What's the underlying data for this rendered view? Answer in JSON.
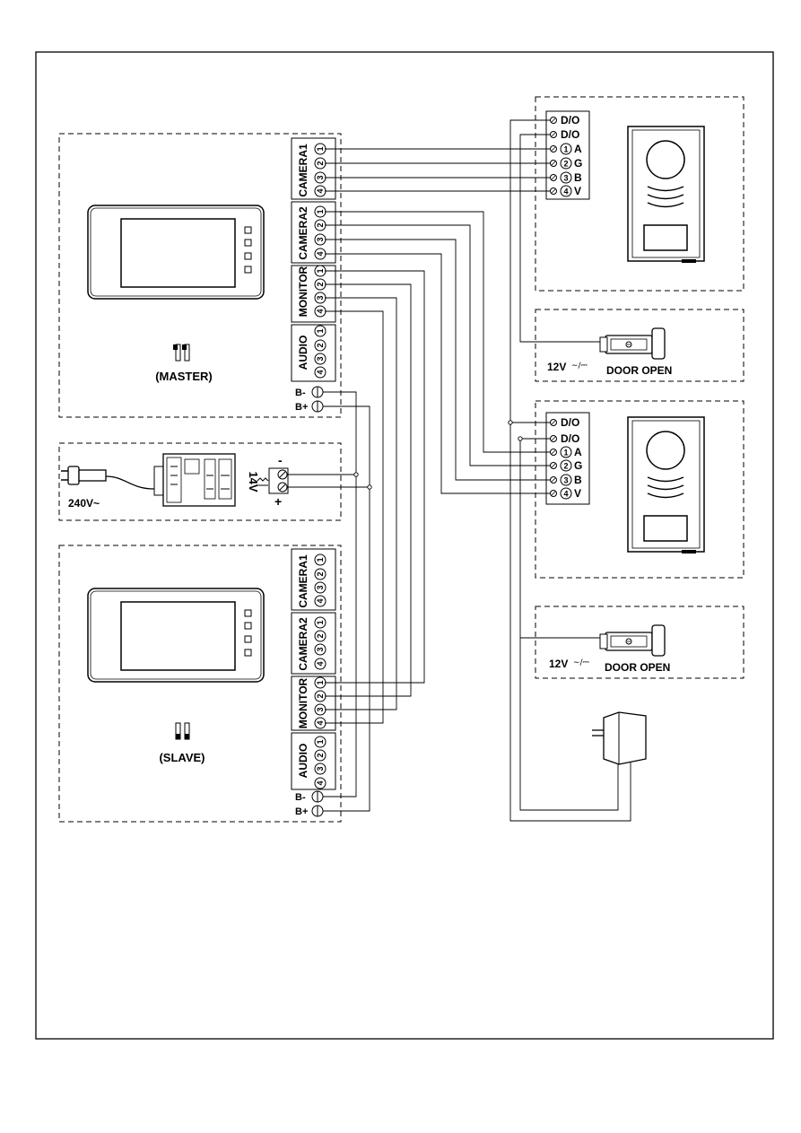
{
  "master": {
    "group_labels": [
      "CAMERA1",
      "CAMERA2",
      "MONITOR",
      "AUDIO"
    ],
    "terminal_numbers": [
      "1",
      "2",
      "3",
      "4"
    ],
    "bus_labels": [
      "B-",
      "B+"
    ],
    "role_label": "(MASTER)"
  },
  "slave": {
    "group_labels": [
      "CAMERA1",
      "CAMERA2",
      "MONITOR",
      "AUDIO"
    ],
    "terminal_numbers": [
      "1",
      "2",
      "3",
      "4"
    ],
    "bus_labels": [
      "B-",
      "B+"
    ],
    "role_label": "(SLAVE)"
  },
  "power_supply": {
    "mains_label": "240V~",
    "output_label": "14V",
    "minus_label": "-",
    "plus_label": "+"
  },
  "outdoor_stations": [
    {
      "terminals": [
        "D/O",
        "D/O",
        "A",
        "G",
        "B",
        "V"
      ],
      "numbers": [
        "1",
        "2",
        "3",
        "4"
      ]
    },
    {
      "terminals": [
        "D/O",
        "D/O",
        "A",
        "G",
        "B",
        "V"
      ],
      "numbers": [
        "1",
        "2",
        "3",
        "4"
      ]
    }
  ],
  "door_locks": [
    {
      "voltage_label": "12V",
      "label": "DOOR OPEN"
    },
    {
      "voltage_label": "12V",
      "label": "DOOR OPEN"
    }
  ],
  "colors": {
    "line": "#000000",
    "background": "#ffffff"
  }
}
